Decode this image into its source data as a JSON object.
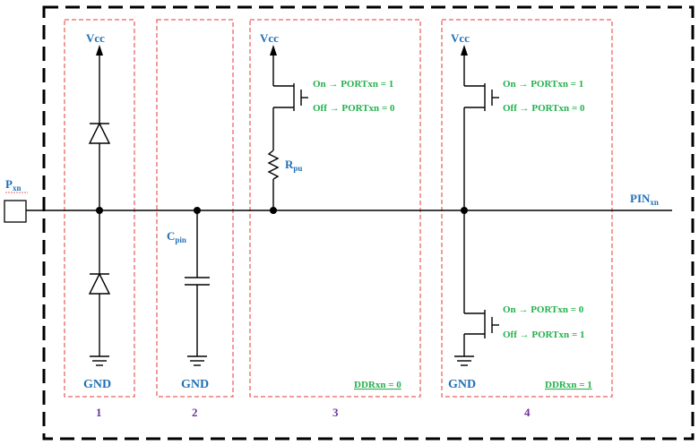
{
  "colors": {
    "label_blue": "#1f6fb5",
    "label_green": "#22b14c",
    "section_purple": "#7030a0",
    "box_red": "#e53935",
    "wire": "#000000"
  },
  "labels": {
    "pin": {
      "main": "P",
      "sub": "xn"
    },
    "pin_out": {
      "main": "PIN",
      "sub": "xn"
    },
    "cap": {
      "main": "C",
      "sub": "pin"
    },
    "res": {
      "main": "R",
      "sub": "pu"
    },
    "vcc": "Vcc",
    "gnd": "GND"
  },
  "section3": {
    "on": "On",
    "off": "Off",
    "on_port": "PORTxn",
    "on_value": "= 1",
    "off_port": "PORTxn",
    "off_value": "= 0",
    "ddr": "DDRxn = 0"
  },
  "section4": {
    "top_on": "On",
    "top_off": "Off",
    "top_on_port": "PORTxn",
    "top_on_value": "= 1",
    "top_off_port": "PORTxn",
    "top_off_value": "= 0",
    "bot_on": "On",
    "bot_off": "Off",
    "bot_on_port": "PORTxn",
    "bot_on_value": "= 0",
    "bot_off_port": "PORTxn",
    "bot_off_value": "= 1",
    "ddr": "DDRxn = 1"
  },
  "arrow_glyph": "→",
  "sections": [
    "1",
    "2",
    "3",
    "4"
  ]
}
